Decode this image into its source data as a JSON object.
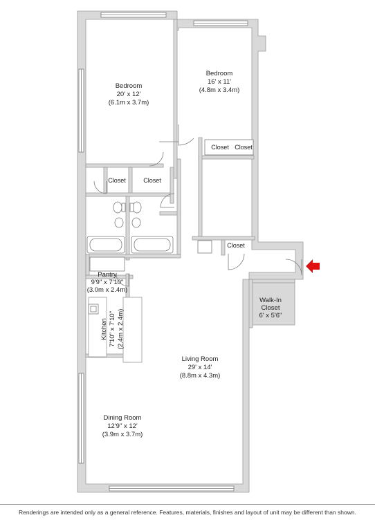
{
  "rooms": {
    "bedroom1": {
      "name": "Bedroom",
      "size": "20' x 12'",
      "metric": "(6.1m x 3.7m)"
    },
    "bedroom2": {
      "name": "Bedroom",
      "size": "16' x 11'",
      "metric": "(4.8m x 3.4m)"
    },
    "pantry": {
      "name": "Pantry",
      "size": "9'9\" x 7'10\"",
      "metric": "(3.0m x 2.4m)"
    },
    "kitchen": {
      "name": "Kitchen",
      "size": "7'10\" x 7'10\"",
      "metric": "(2.4m x 2.4m)"
    },
    "living": {
      "name": "Living Room",
      "size": "29' x 14'",
      "metric": "(8.8m x 4.3m)"
    },
    "dining": {
      "name": "Dining Room",
      "size": "12'9\" x 12'",
      "metric": "(3.9m x 3.7m)"
    },
    "walkin": {
      "name1": "Walk-In",
      "name2": "Closet",
      "size": "6' x 5'6\""
    }
  },
  "closets": {
    "closet_bed2_a": "Closet",
    "closet_bed2_b": "Closet",
    "closet_hall_1": "Closet",
    "closet_hall_2": "Closet",
    "closet_entry": "Closet"
  },
  "entrance_icon": "red-arrow-icon",
  "colors": {
    "wall": "#d9d9d9",
    "wall_stroke": "#9a9a9a",
    "arrow": "#e01010"
  },
  "disclaimer": "Renderings are intended only as a general reference. Features, materials, finishes and layout of unit may be different than shown."
}
